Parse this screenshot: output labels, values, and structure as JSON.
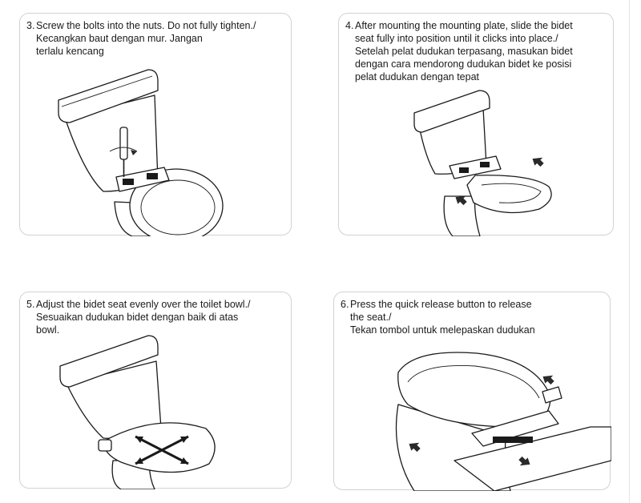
{
  "steps": [
    {
      "number": "3.",
      "lines": [
        "Screw the bolts into the nuts. Do not fully tighten./",
        "Kecangkan baut dengan mur. Jangan",
        "terlalu kencang"
      ]
    },
    {
      "number": "4.",
      "lines": [
        "After mounting the mounting plate, slide the bidet",
        "seat fully into position until it clicks into place./",
        "Setelah pelat dudukan terpasang, masukan bidet",
        "dengan cara mendorong dudukan bidet ke posisi",
        "pelat dudukan dengan tepat"
      ]
    },
    {
      "number": "5.",
      "lines": [
        "Adjust the bidet seat evenly over the toilet bowl./",
        "Sesuaikan dudukan bidet dengan baik di atas",
        "bowl."
      ]
    },
    {
      "number": "6.",
      "lines": [
        "Press the quick release button to release",
        "the seat./",
        "Tekan tombol untuk melepaskan dudukan"
      ]
    }
  ]
}
